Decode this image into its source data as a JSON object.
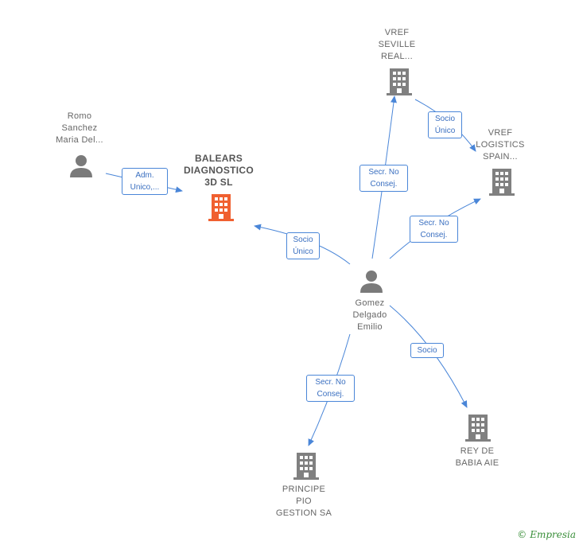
{
  "colors": {
    "edge": "#4a86d8",
    "building": "#808080",
    "building_main": "#f06030",
    "person": "#7a7a7a",
    "text": "#666666"
  },
  "nodes": {
    "romo": {
      "label": "Romo\nSanchez\nMaria Del...",
      "type": "person"
    },
    "balears": {
      "label": "BALEARS\nDIAGNOSTICO\n3D  SL",
      "type": "company-main"
    },
    "vref_seville": {
      "label": "VREF\nSEVILLE\nREAL...",
      "type": "company"
    },
    "vref_logistics": {
      "label": "VREF\nLOGISTICS\nSPAIN...",
      "type": "company"
    },
    "gomez": {
      "label": "Gomez\nDelgado\nEmilio",
      "type": "person"
    },
    "principe": {
      "label": "PRINCIPE\nPIO\nGESTION SA",
      "type": "company"
    },
    "rey": {
      "label": "REY DE\nBABIA AIE",
      "type": "company"
    }
  },
  "edges": {
    "romo_balears": "Adm.\nUnico,...",
    "gomez_balears": "Socio\nÚnico",
    "gomez_seville": "Secr.  No\nConsej.",
    "seville_logistics": "Socio\nÚnico",
    "gomez_logistics": "Secr.  No\nConsej.",
    "gomez_rey": "Socio",
    "gomez_principe": "Secr.  No\nConsej."
  },
  "brand": {
    "copyright": "©",
    "name": "Empresia"
  }
}
